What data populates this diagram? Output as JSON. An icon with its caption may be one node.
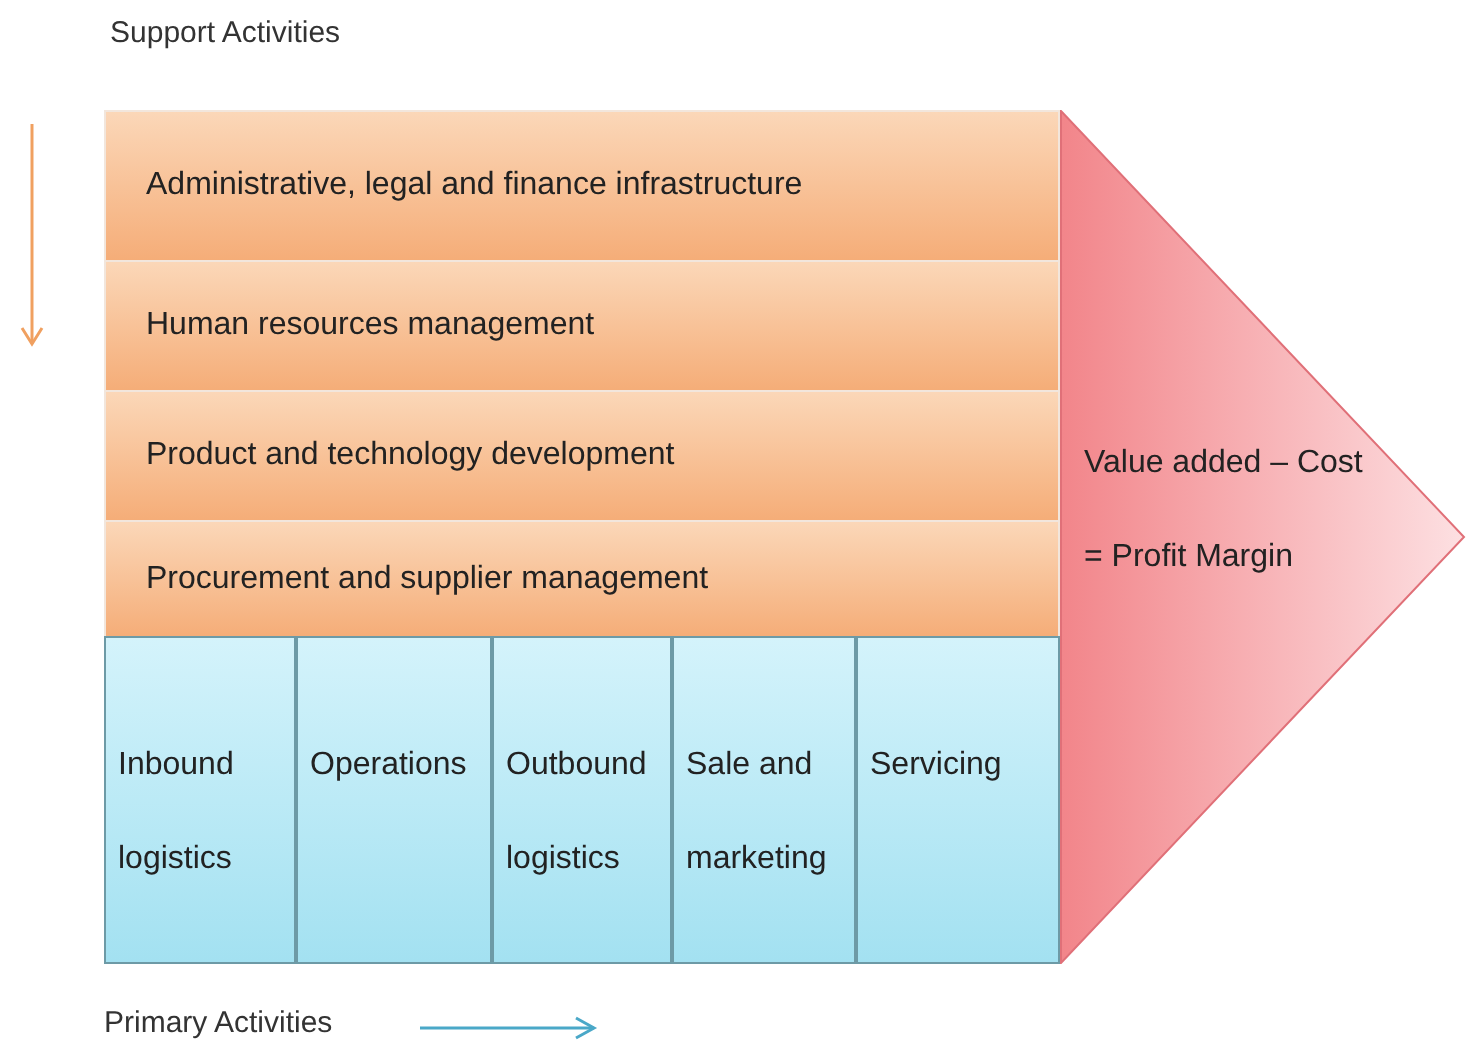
{
  "diagram": {
    "nodes": [
      {
        "text": [
          "Administrative, legal and finance infrastructure"
        ]
      },
      {
        "text": [
          "Human resources management"
        ]
      },
      {
        "text": [
          "Product and technology development"
        ]
      },
      {
        "text": [
          "Procurement and supplier management"
        ]
      },
      {
        "text": [
          "Inbound logistics"
        ]
      },
      {
        "text": [
          "Operations"
        ]
      },
      {
        "text": [
          "Outbound logistics"
        ]
      },
      {
        "text": [
          "Sale and marketing"
        ]
      },
      {
        "text": [
          "Servicing"
        ]
      },
      {
        "text": [
          "Value added – Cost",
          "= Profit Margin"
        ]
      }
    ],
    "labels": [
      "Support Activities",
      "Primary Activities"
    ]
  }
}
